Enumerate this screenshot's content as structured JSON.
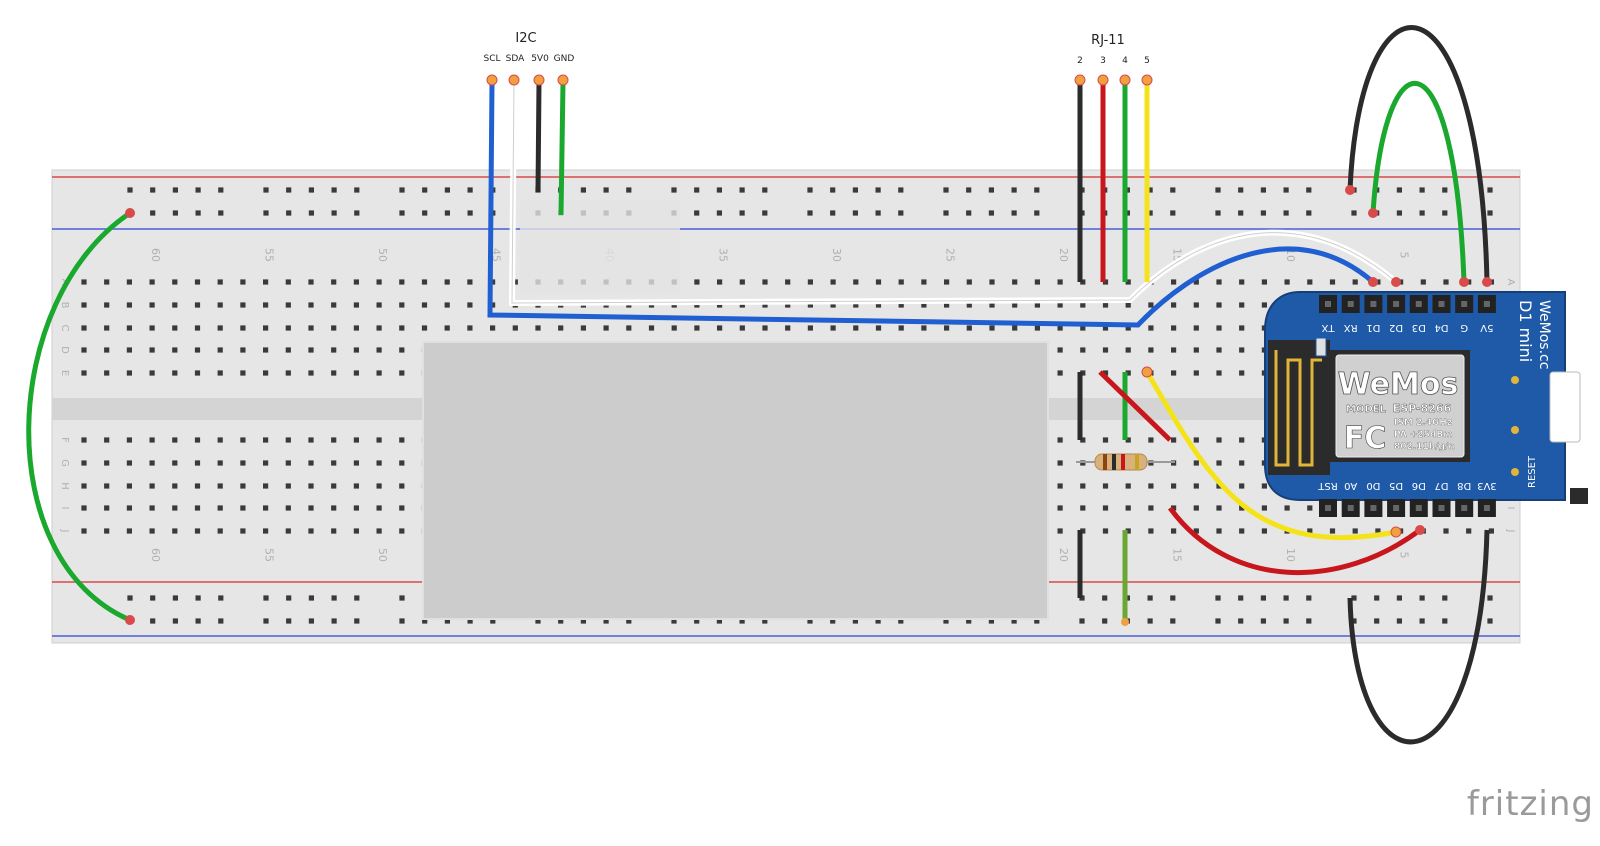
{
  "i2c": {
    "title": "I2C",
    "pins": [
      "SCL",
      "SDA",
      "5V0",
      "GND"
    ]
  },
  "rj11": {
    "title": "RJ-11",
    "pins": [
      "2",
      "3",
      "4",
      "5"
    ]
  },
  "breadboard": {
    "column_numbers": [
      "60",
      "55",
      "50",
      "45",
      "40",
      "35",
      "30",
      "25",
      "20",
      "15",
      "10",
      "5"
    ],
    "row_letters_top": [
      "A",
      "B",
      "C",
      "D",
      "E"
    ],
    "row_letters_bottom": [
      "F",
      "G",
      "H",
      "I",
      "J"
    ]
  },
  "module": {
    "brand": "WeMos",
    "model_label": "MODEL",
    "chip": "ESP-8266",
    "specs": [
      "ISM 2.4GHz",
      "PA +25dBm",
      "802.11b/g/n"
    ],
    "cert": "FC",
    "side_name": "D1 mini",
    "side_url": "WeMos.cc",
    "top_pins": [
      "TX",
      "RX",
      "D1",
      "D2",
      "D3",
      "D4",
      "G",
      "5V"
    ],
    "bottom_pins": [
      "RST",
      "A0",
      "D0",
      "D5",
      "D6",
      "D7",
      "D8",
      "3V3"
    ],
    "reset_label": "RESET"
  },
  "colors": {
    "blue": "#1f5fd1",
    "white": "#ffffff",
    "black": "#2b2b2b",
    "green": "#1aa82e",
    "red": "#c8161d",
    "yellow": "#f5e31a",
    "board": "#1e5aa8",
    "breadboard": "#e8e8e8",
    "rail_red": "#d94a4a",
    "rail_blue": "#4a5fd9"
  },
  "footer": {
    "brand": "fritzing"
  }
}
